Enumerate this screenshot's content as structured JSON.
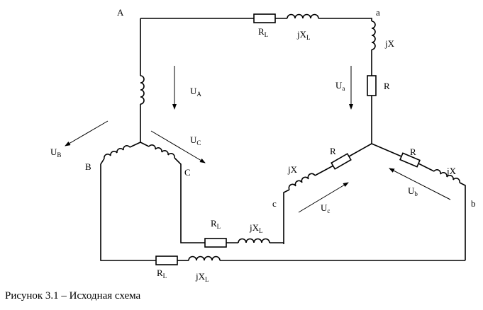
{
  "labels": {
    "node_A": "A",
    "node_B": "B",
    "node_C": "C",
    "node_a": "a",
    "node_b": "b",
    "node_c": "c",
    "R": "R",
    "RL": "R",
    "RL_sub": "L",
    "jX": "jX",
    "jXL": "jX",
    "jXL_sub": "L",
    "U": "U",
    "sub_A": "A",
    "sub_B": "B",
    "sub_C": "C",
    "sub_a": "a",
    "sub_b": "b",
    "sub_c": "c"
  },
  "caption": "Рисунок 3.1 – Исходная схема"
}
